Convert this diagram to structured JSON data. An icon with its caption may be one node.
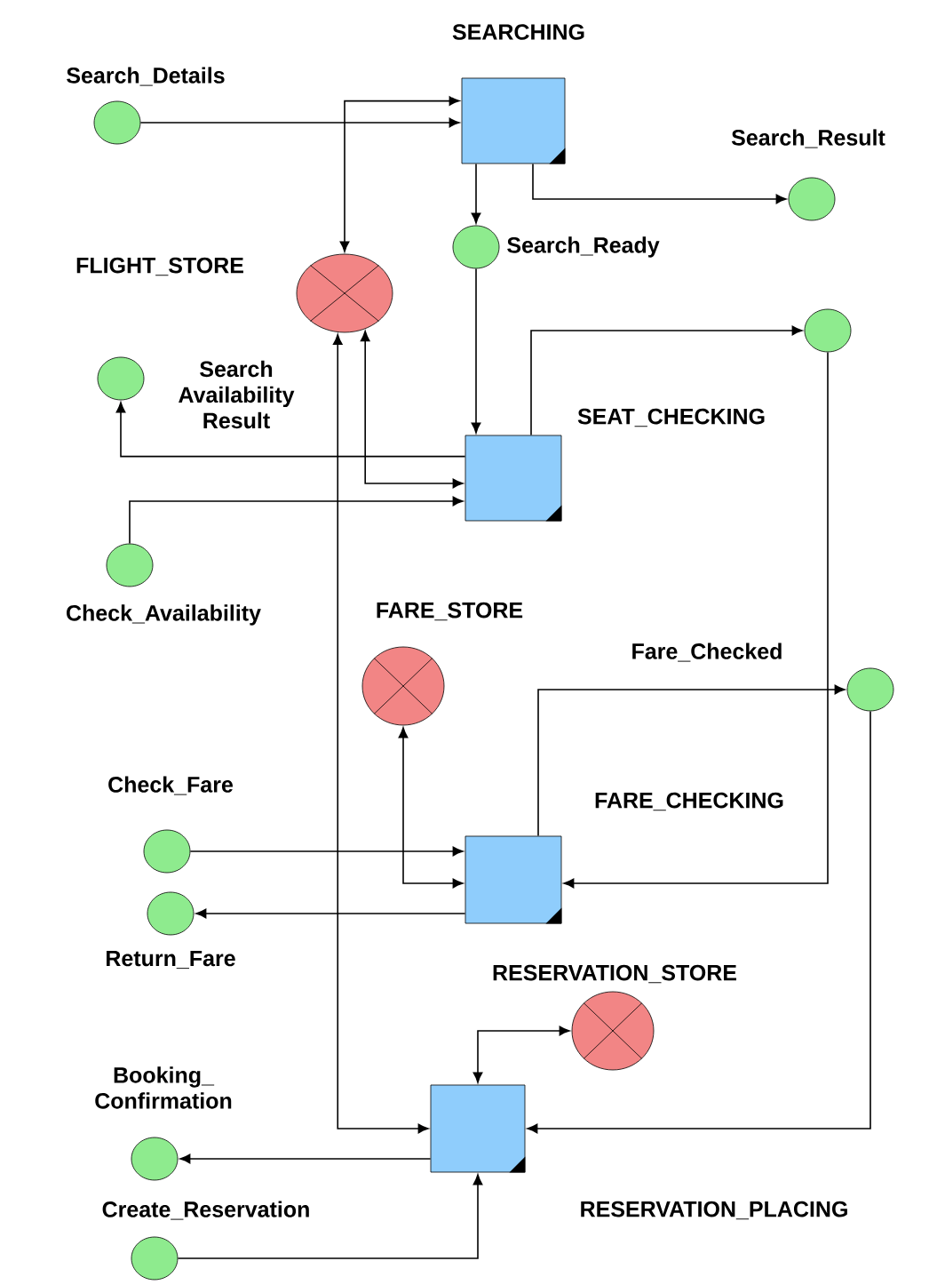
{
  "diagram": {
    "nodes": [
      {
        "text": [
          "SEARCHING"
        ]
      },
      {
        "text": [
          "Search_Details"
        ]
      },
      {
        "text": [
          "Search_Result"
        ]
      },
      {
        "text": [
          "FLIGHT_STORE"
        ]
      },
      {
        "text": [
          "Search_Ready"
        ]
      },
      {
        "text": [
          "SEAT_CHECKING"
        ]
      },
      {
        "text": [],
        "shape": "circle"
      },
      {
        "text": [
          "Search Availability Result"
        ]
      },
      {
        "text": [
          "Check_Availability"
        ]
      },
      {
        "text": [
          "FARE_STORE"
        ]
      },
      {
        "text": [
          "Fare_Checked"
        ]
      },
      {
        "text": [
          "Check_Fare"
        ]
      },
      {
        "text": [
          "FARE_CHECKING"
        ]
      },
      {
        "text": [
          "Return_Fare"
        ]
      },
      {
        "text": [
          "RESERVATION_STORE"
        ]
      },
      {
        "text": [
          "RESERVATION_PLACING"
        ]
      },
      {
        "text": [
          "Booking_ Confirmation"
        ]
      },
      {
        "text": [
          "Create_Reservation"
        ]
      }
    ],
    "edges": [
      {
        "from": 1,
        "to": 0,
        "arrow": "to"
      },
      {
        "from": 0,
        "to": 3,
        "arrow": "both"
      },
      {
        "from": 0,
        "to": 4,
        "arrow": "to"
      },
      {
        "from": 0,
        "to": 2,
        "arrow": "to"
      },
      {
        "from": 4,
        "to": 5,
        "arrow": "to"
      },
      {
        "from": 5,
        "to": 6,
        "arrow": "to"
      },
      {
        "from": 6,
        "to": 12,
        "arrow": "to"
      },
      {
        "from": 5,
        "to": 7,
        "arrow": "to"
      },
      {
        "from": 3,
        "to": 5,
        "arrow": "both"
      },
      {
        "from": 8,
        "to": 5,
        "arrow": "to"
      },
      {
        "from": 3,
        "to": 15,
        "arrow": "both"
      },
      {
        "from": 9,
        "to": 12,
        "arrow": "both"
      },
      {
        "from": 11,
        "to": 12,
        "arrow": "to"
      },
      {
        "from": 12,
        "to": 13,
        "arrow": "to"
      },
      {
        "from": 12,
        "to": 10,
        "arrow": "to"
      },
      {
        "from": 10,
        "to": 15,
        "arrow": "to"
      },
      {
        "from": 15,
        "to": 14,
        "arrow": "both"
      },
      {
        "from": 15,
        "to": 16,
        "arrow": "to"
      },
      {
        "from": 17,
        "to": 15,
        "arrow": "to"
      }
    ]
  }
}
